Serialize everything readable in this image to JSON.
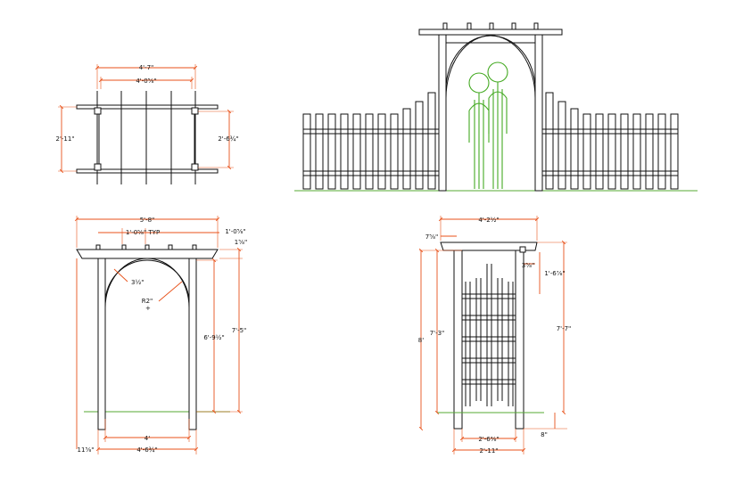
{
  "colors": {
    "dimension": "#e8521a",
    "object": "#111111",
    "ground": "#55aa33",
    "figure": "#44aa22"
  },
  "top_view": {
    "overall_width": "4'-7\"",
    "post_spacing": "4'-0⅝\"",
    "overall_depth": "2'-11\"",
    "post_depth": "2'-6¾\""
  },
  "front_view": {
    "top_width": "5'-8\"",
    "slat_spacing": "1'-0⅝\" TYP",
    "end_overhang": "1'-0⅝\"",
    "top_thickness": "1⅝\"",
    "arch_inset": "3½\"",
    "arch_radius": "R2\"",
    "arch_height": "6'-9½\"",
    "total_height": "7'-5\"",
    "post_clear": "4'",
    "post_outside": "4'-6¾\"",
    "post_width": "11⅝\""
  },
  "side_view": {
    "top_width": "4'-2½\"",
    "top_edge": "7⅝\"",
    "lattice_offset": "3⅝\"",
    "lattice_top": "1'-6⅞\"",
    "height_8": "8'",
    "height_73": "7'-3\"",
    "height_77": "7'-7\"",
    "base": "8\"",
    "inner": "2'-6⅜\"",
    "outer": "2'-11\""
  },
  "elevation": {
    "description_hidden": ""
  }
}
